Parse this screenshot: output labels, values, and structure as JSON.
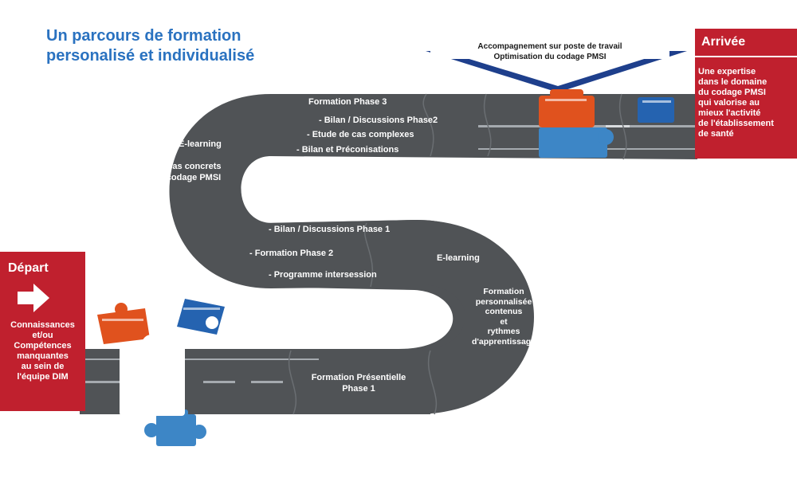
{
  "title": {
    "line1": "Un parcours de formation",
    "line2": "personalisé et individualisé"
  },
  "top_arrow": {
    "line1": "Accompagnement sur poste de travail",
    "line2": "Optimisation du codage PMSI"
  },
  "start_box": {
    "heading": "Départ",
    "lines": [
      "Connaissances",
      "et/ou",
      "Compétences",
      "manquantes",
      "au sein de",
      "l'équipe DIM"
    ]
  },
  "end_box": {
    "heading": "Arrivée",
    "lines": [
      "Une expertise",
      "dans le domaine",
      "du codage PMSI",
      "qui valorise au",
      "mieux l'activité",
      "de l'établissement",
      "de santé"
    ]
  },
  "road_labels": {
    "phase3_title": "Formation  Phase 3",
    "phase3_item1": "- Bilan / Discussions Phase2",
    "phase3_item2": "- Etude de cas complexes",
    "phase3_item3": "- Bilan et Préconisations",
    "elearning_top": "E-learning",
    "cas_concrets_1": "Cas concrets",
    "cas_concrets_2": "codage PMSI",
    "phase2_item1": "- Bilan / Discussions Phase 1",
    "phase2_title": "- Formation  Phase 2",
    "phase2_item2": "- Programme intersession",
    "elearning_mid": "E-learning",
    "perso_lines": [
      "Formation",
      "personnalisée",
      "contenus",
      "et",
      "rythmes",
      "d'apprentissage"
    ],
    "phase1_line1": "Formation Présentielle",
    "phase1_line2": "Phase 1"
  },
  "colors": {
    "road": "#505356",
    "road_line": "#a5aaaf",
    "red_box": "#c0202e",
    "title_blue": "#2a72c0",
    "arrow_navy": "#1e3f8c",
    "piece_orange": "#e0521e",
    "piece_blue": "#3d86c6",
    "piece_darkblue": "#2563b0"
  }
}
